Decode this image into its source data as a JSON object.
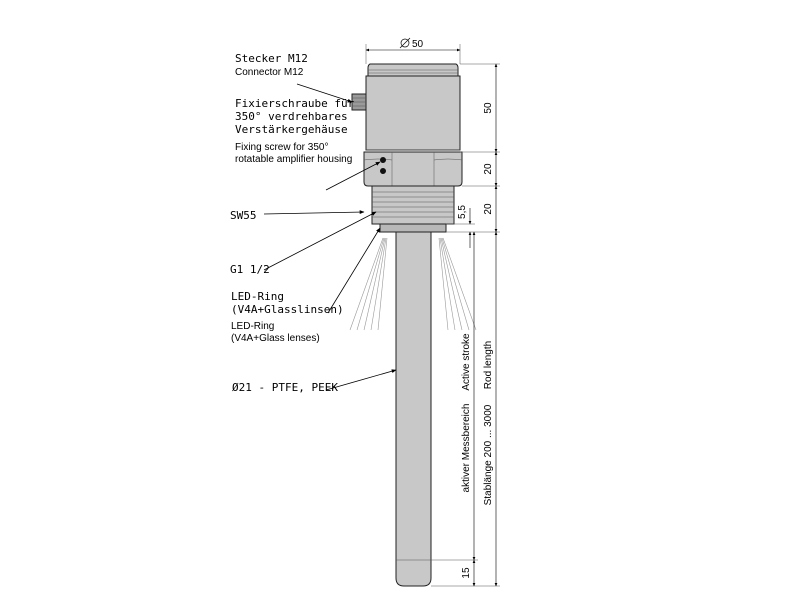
{
  "labels": {
    "connector_de": "Stecker M12",
    "connector_en": "Connector M12",
    "screw_de_1": "Fixierschraube für",
    "screw_de_2": "350° verdrehbares",
    "screw_de_3": "Verstärkergehäuse",
    "screw_en_1": "Fixing screw for 350°",
    "screw_en_2": "rotatable amplifier housing",
    "hex": "SW55",
    "thread": "G1 1/2",
    "led_de_1": "LED-Ring",
    "led_de_2": "(V4A+Glasslinsen)",
    "led_en_1": "LED-Ring",
    "led_en_2": "(V4A+Glass lenses)",
    "rod": "Ø21 - PTFE, PEEK"
  },
  "dimensions": {
    "diameter": "50",
    "housing_height": "50",
    "hex_height": "20",
    "thread_height": "20",
    "ring_height": "5,5",
    "active_de": "aktiver Messbereich",
    "active_en": "Active stroke",
    "rod_de": "Stablänge 200 ... 3000",
    "rod_en": "Rod length",
    "tip": "15"
  },
  "colors": {
    "body": "#c8c8c8",
    "outline": "#222222",
    "dimension": "#000000"
  }
}
